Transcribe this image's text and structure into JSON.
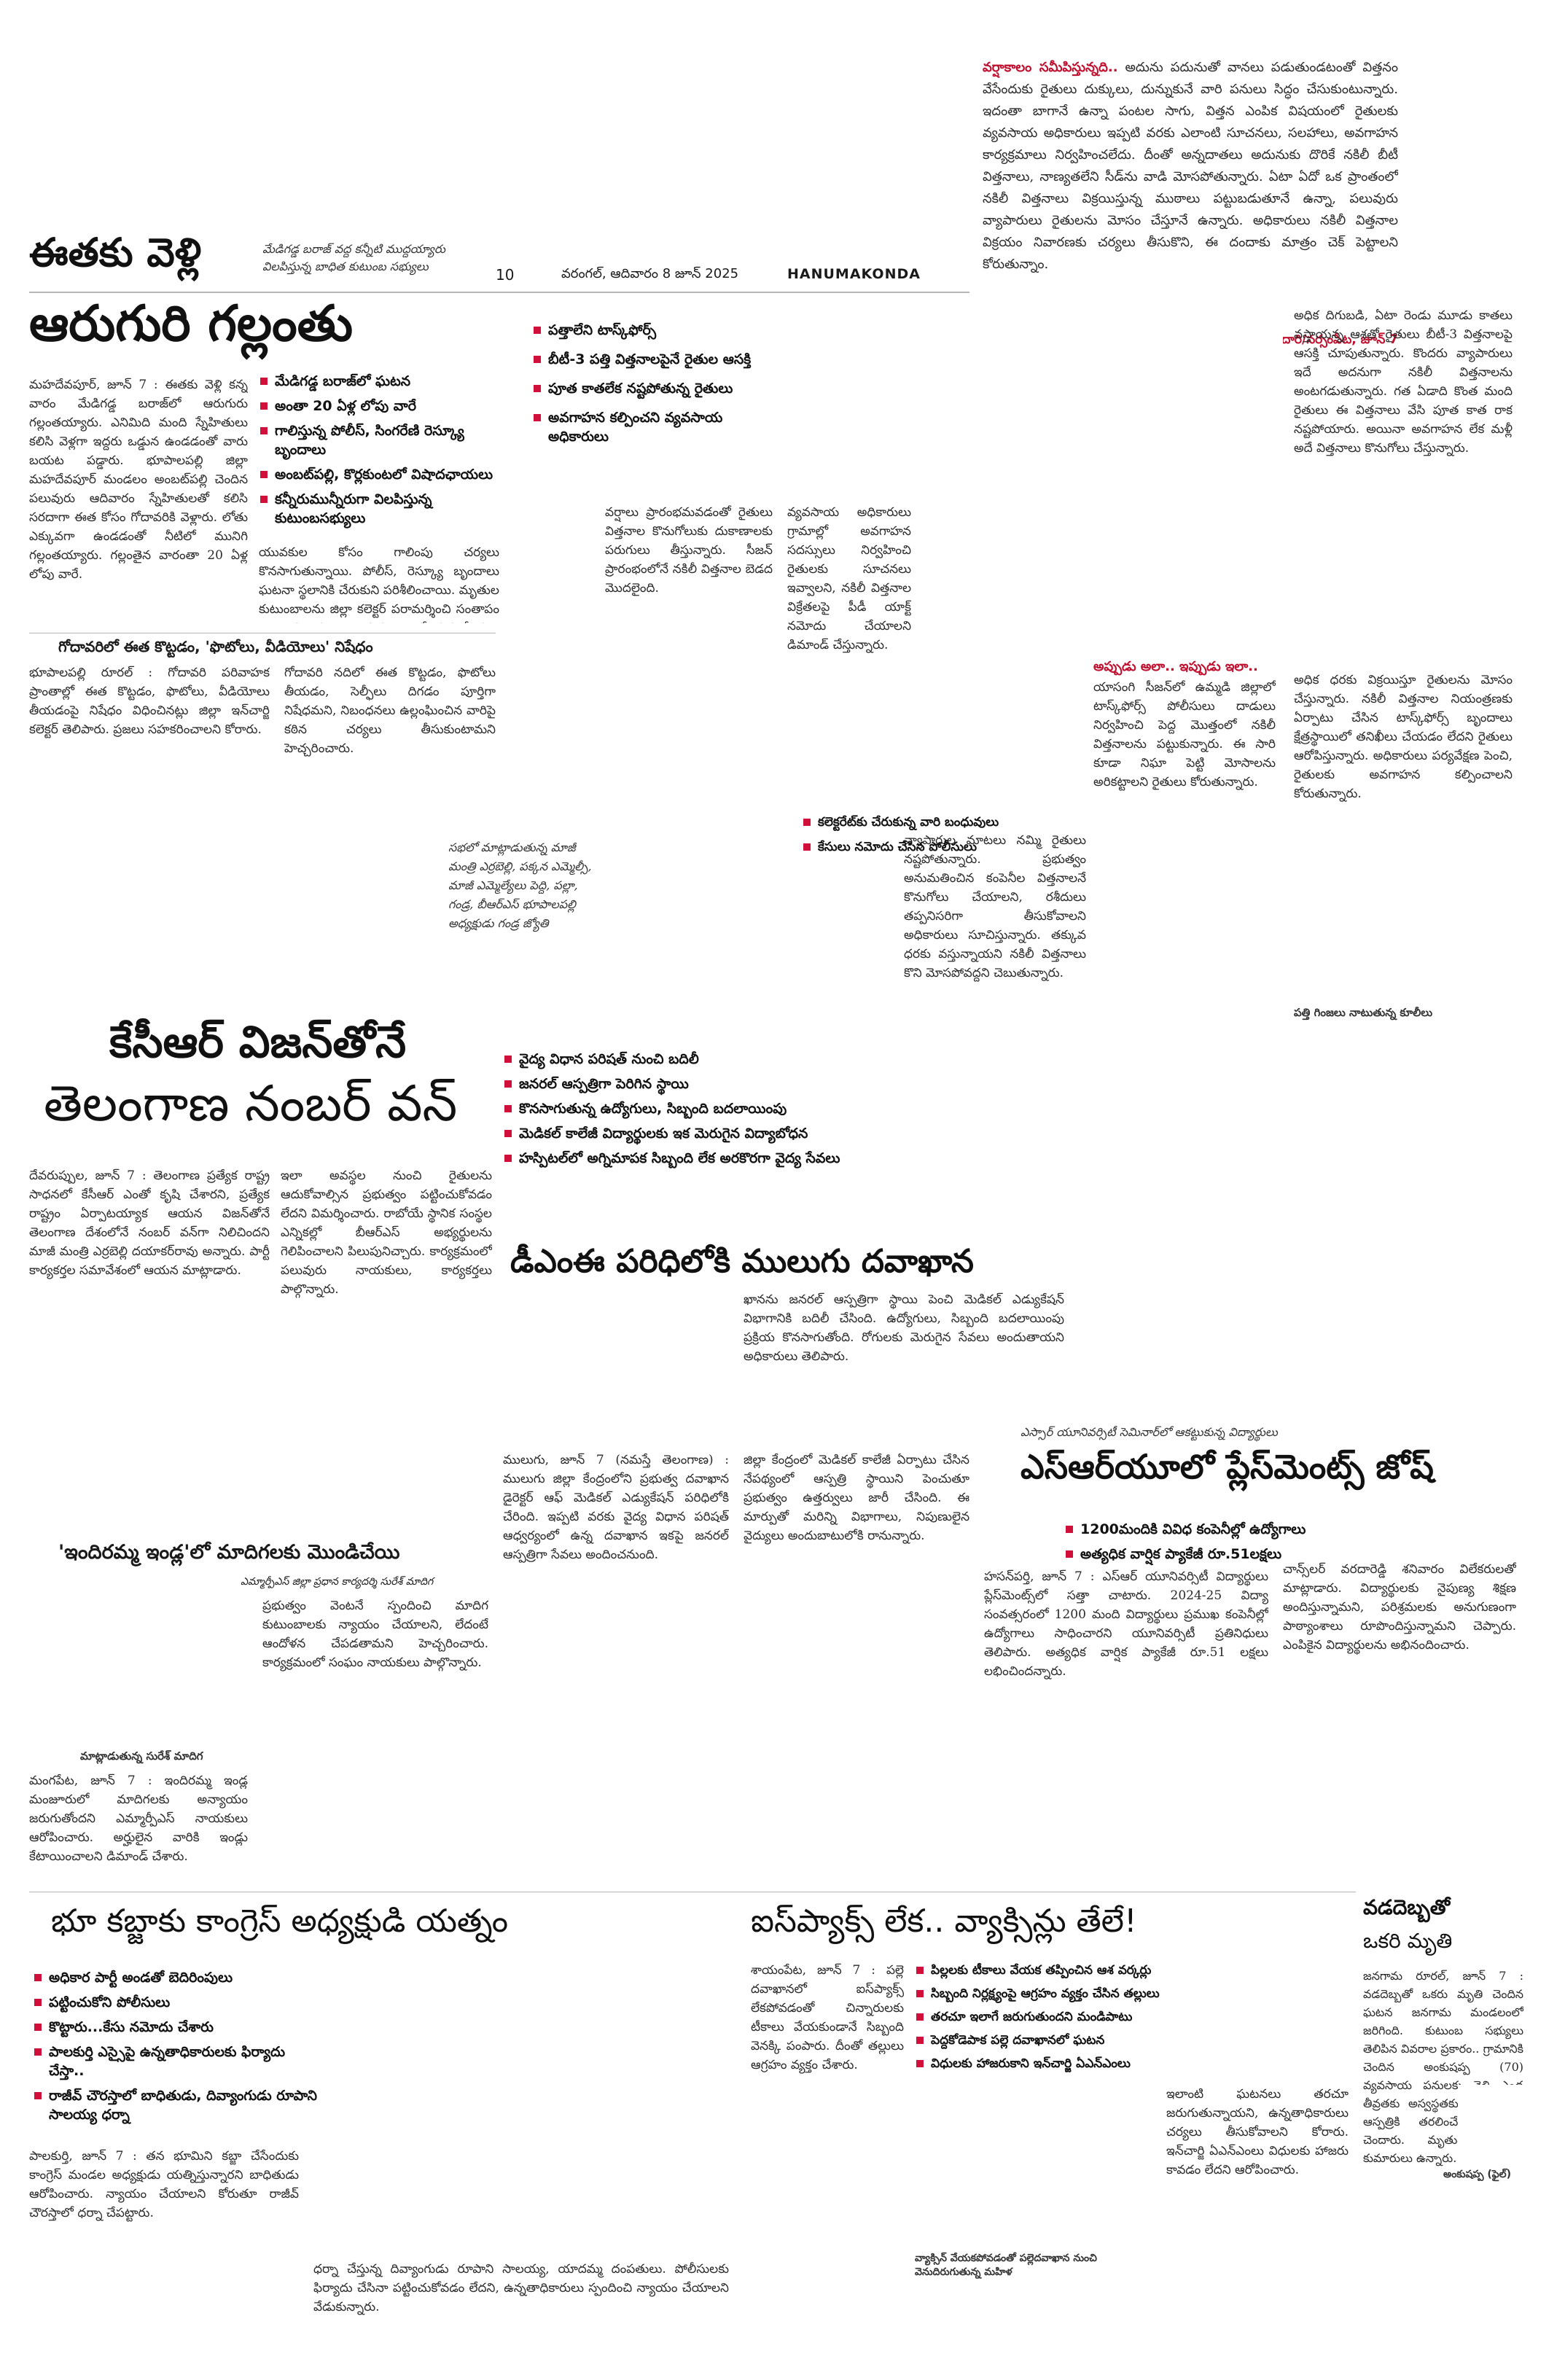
{
  "masthead": {
    "page_no": "10",
    "dateline": "వరంగల్, ఆదివారం 8 జూన్ 2025",
    "section": "HANUMAKONDA"
  },
  "letter": {
    "title": "వర్షాకాలం సమీపిస్తున్నది..",
    "body": "అదును పదునుతో వానలు పడుతుండటంతో విత్తనం వేసేందుకు రైతులు దుక్కులు, దున్నుకునే వారి పనులు సిద్ధం చేసుకుంటున్నారు. ఇదంతా బాగానే ఉన్నా పంటల సాగు, విత్తన ఎంపిక విషయంలో రైతులకు వ్యవసాయ అధికారులు ఇప్పటి వరకు ఎలాంటి సూచనలు, సలహాలు, అవగాహన కార్యక్రమాలు నిర్వహించలేదు. దీంతో అన్నదాతలు అదునుకు దొరికే నకిలీ బీటీ విత్తనాలు, నాణ్యతలేని సీడ్‌ను వాడి మోసపోతున్నారు. ఏటా ఏదో ఒక ప్రాంతంలో నకిలీ విత్తనాలు విక్రయిస్తున్న ముఠాలు పట్టుబడుతూనే ఉన్నా, పలువురు వ్యాపారులు రైతులను మోసం చేస్తూనే ఉన్నారు. అధికారులు నకిలీ విత్తనాల విక్రయం నివారణకు చర్యలు తీసుకొని, ఈ దందాకు మాత్రం చెక్ పెట్టాలని కోరుతున్నాం.",
    "signature": "- సుబేదారి/నర్సంపేట, జూన్ 7"
  },
  "story_a": {
    "kicker": "మేడిగడ్డ బరాజ్ వద్ద కన్నీటి ముద్దయ్యారు విలపిస్తున్న బాధిత కుటుంబ సభ్యులు",
    "headline_1": "ఈతకు వెళ్లి",
    "headline_2": "ఆరుగురి గల్లంతు",
    "bullets": [
      "మేడిగడ్డ బరాజ్‌లో ఘటన",
      "అంతా 20 ఏళ్ల లోపు వారే",
      "గాలిస్తున్న పోలీస్, సింగరేణి రెస్క్యూ బృందాలు",
      "అంబట్‌పల్లి, కొర్లకుంటలో విషాదఛాయలు",
      "కన్నీరుమున్నీరుగా విలపిస్తున్న కుటుంబసభ్యులు"
    ],
    "body_1": "మహదేవపూర్, జూన్ 7 : ఈతకు వెళ్లి కన్న వారం మేడిగడ్డ బరాజ్‌లో ఆరుగురు గల్లంతయ్యారు. ఎనిమిది మంది స్నేహితులు కలిసి వెళ్లగా ఇద్దరు ఒడ్డున ఉండడంతో వారు బయట పడ్డారు. భూపాలపల్లి జిల్లా మహదేవపూర్ మండలం అంబట్‌పల్లి చెందిన పలువురు ఆదివారం స్నేహితులతో కలిసి సరదాగా ఈత కోసం గోదావరికి వెళ్లారు. లోతు ఎక్కువగా ఉండడంతో నీటిలో మునిగి గల్లంతయ్యారు. గల్లంతైన వారంతా 20 ఏళ్ల లోపు వారే.",
    "body_2": "యువకుల కోసం గాలింపు చర్యలు కొనసాగుతున్నాయి. పోలీస్, రెస్క్యూ బృందాలు ఘటనా స్థలానికి చేరుకుని పరిశీలించాయి. మృతుల కుటుంబాలను జిల్లా కలెక్టర్ పరామర్శించి సంతాపం తెలిపారు. కుటుంబ సభ్యులు కన్నీరుమున్నీరుగా విలపిస్తున్నారు.",
    "sub_headline": "గోదావరిలో ఈత కొట్టడం, 'ఫొటోలు, వీడియోలు' నిషేధం",
    "sub_body_1": "భూపాలపల్లి రూరల్ : గోదావరి పరివాహక ప్రాంతాల్లో ఈత కొట్టడం, ఫొటోలు, వీడియోలు తీయడంపై నిషేధం విధించినట్లు జిల్లా ఇన్‌చార్జి కలెక్టర్ తెలిపారు. ప్రజలు సహకరించాలని కోరారు.",
    "sub_body_2": "గోదావరి నదిలో ఈత కొట్టడం, ఫొటోలు తీయడం, సెల్ఫీలు దిగడం పూర్తిగా నిషేధమని, నిబంధనలు ఉల్లంఘించిన వారిపై కఠిన చర్యలు తీసుకుంటామని హెచ్చరించారు."
  },
  "story_b": {
    "bullets": [
      "పత్తాలేని టాస్క్‌ఫోర్స్",
      "బీటీ-3 పత్తి విత్తనాలపైనే రైతుల ఆసక్తి",
      "పూత కాతలేక నష్టపోతున్న రైతులు",
      "అవగాహన కల్పించని వ్యవసాయ అధికారులు"
    ],
    "body_col_1": "అధిక దిగుబడి, ఏటా రెండు మూడు కాతలు వస్తాయన్న ఆశతో రైతులు బీటీ-3 విత్తనాలపై ఆసక్తి చూపుతున్నారు. కొందరు వ్యాపారులు ఇదే అదనుగా నకిలీ విత్తనాలను అంటగడుతున్నారు. గత ఏడాది కొంత మంది రైతులు ఈ విత్తనాలు వేసి పూత కాత రాక నష్టపోయారు. అయినా అవగాహన లేక మళ్లీ అదే విత్తనాలు కొనుగోలు చేస్తున్నారు.",
    "body_col_2": "అధిక ధరకు విక్రయిస్తూ రైతులను మోసం చేస్తున్నారు. నకిలీ విత్తనాల నియంత్రణకు ఏర్పాటు చేసిన టాస్క్‌ఫోర్స్ బృందాలు క్షేత్రస్థాయిలో తనిఖీలు చేయడం లేదని రైతులు ఆరోపిస్తున్నారు. అధికారులు పర్యవేక్షణ పెంచి, రైతులకు అవగాహన కల్పించాలని కోరుతున్నారు.",
    "box_title": "అప్పుడు అలా.. ఇప్పుడు ఇలా..",
    "box_body": "యాసంగి సీజన్‌లో ఉమ్మడి జిల్లాలో టాస్క్‌ఫోర్స్ పోలీసులు దాడులు నిర్వహించి పెద్ద మొత్తంలో నకిలీ విత్తనాలను పట్టుకున్నారు. ఈ సారి కూడా నిఘా పెట్టి మోసాలను అరికట్టాలని రైతులు కోరుతున్నారు.",
    "side_caption": "పత్తి గింజలు నాటుతున్న కూలీలు",
    "side_body": "వ్యాపారుల మాటలు నమ్మి రైతులు నష్టపోతున్నారు. ప్రభుత్వం అనుమతించిన కంపెనీల విత్తనాలనే కొనుగోలు చేయాలని, రశీదులు తప్పనిసరిగా తీసుకోవాలని అధికారులు సూచిస్తున్నారు. తక్కువ ధరకు వస్తున్నాయని నకిలీ విత్తనాలు కొని మోసపోవద్దని చెబుతున్నారు.",
    "lower_bullets": [
      "కలెక్టరేట్‌కు చేరుకున్న వారి బంధువులు",
      "కేసులు నమోదు చేసిన పోలీసులు"
    ],
    "lower_col_1": "వర్షాలు ప్రారంభమవడంతో రైతులు విత్తనాల కొనుగోలుకు దుకాణాలకు పరుగులు తీస్తున్నారు. సీజన్ ప్రారంభంలోనే నకిలీ విత్తనాల బెడద మొదలైంది.",
    "lower_col_2": "వ్యవసాయ అధికారులు గ్రామాల్లో అవగాహన సదస్సులు నిర్వహించి రైతులకు సూచనలు ఇవ్వాలని, నకిలీ విత్తనాల విక్రేతలపై పీడీ యాక్ట్ నమోదు చేయాలని డిమాండ్ చేస్తున్నారు."
  },
  "story_c": {
    "side_caption": "సభలో మాట్లాడుతున్న మాజీ మంత్రి ఎర్రబెల్లి, పక్కన ఎమ్మెల్సీ, మాజీ ఎమ్మెల్యేలు పెద్ది, పల్లా, గండ్ర, బీఆర్‌ఎస్ భూపాలపల్లి అధ్యక్షుడు గండ్ర జ్యోతి",
    "headline_1": "కేసీఆర్ విజన్‌తోనే",
    "headline_2": "తెలంగాణ నంబర్ వన్",
    "body_1": "దేవరుప్పుల, జూన్ 7 : తెలంగాణ ప్రత్యేక రాష్ట్ర సాధనలో కేసీఆర్ ఎంతో కృషి చేశారని, ప్రత్యేక రాష్ట్రం ఏర్పాటయ్యాక ఆయన విజన్‌తోనే తెలంగాణ దేశంలోనే నంబర్ వన్‌గా నిలిచిందని మాజీ మంత్రి ఎర్రబెల్లి దయాకర్‌రావు అన్నారు. పార్టీ కార్యకర్తల సమావేశంలో ఆయన మాట్లాడారు.",
    "body_2": "ఇలా అవస్థల నుంచి రైతులను ఆదుకోవాల్సిన ప్రభుత్వం పట్టించుకోవడం లేదని విమర్శించారు. రాబోయే స్థానిక సంస్థల ఎన్నికల్లో బీఆర్‌ఎస్ అభ్యర్థులను గెలిపించాలని పిలుపునిచ్చారు. కార్యక్రమంలో పలువురు నాయకులు, కార్యకర్తలు పాల్గొన్నారు."
  },
  "story_d": {
    "bullets": [
      "వైద్య విధాన పరిషత్ నుంచి బదిలీ",
      "జనరల్ ఆస్పత్రిగా పెరిగిన స్థాయి",
      "కొనసాగుతున్న ఉద్యోగులు, సిబ్బంది బదలాయింపు",
      "మెడికల్ కాలేజీ విద్యార్థులకు ఇక మెరుగైన విద్యాబోధన",
      "హస్పిటల్‌లో అగ్నిమాపక సిబ్బంది లేక అరకొరగా వైద్య సేవలు"
    ],
    "headline": "డీఎంఈ పరిధిలోకి ములుగు దవాఖాన",
    "body_1": "ములుగు, జూన్ 7 (నమస్తే తెలంగాణ) : ములుగు జిల్లా కేంద్రంలోని ప్రభుత్వ దవాఖాన డైరెక్టర్ ఆఫ్ మెడికల్ ఎడ్యుకేషన్ పరిధిలోకి చేరింది. ఇప్పటి వరకు వైద్య విధాన పరిషత్ ఆధ్వర్యంలో ఉన్న దవాఖాన ఇకపై జనరల్ ఆస్పత్రిగా సేవలు అందించనుంది.",
    "body_2": "జిల్లా కేంద్రంలో మెడికల్ కాలేజీ ఏర్పాటు చేసిన నేపథ్యంలో ఆస్పత్రి స్థాయిని పెంచుతూ ప్రభుత్వం ఉత్తర్వులు జారీ చేసింది. ఈ మార్పుతో మరిన్ని విభాగాలు, నిపుణులైన వైద్యులు అందుబాటులోకి రానున్నారు.",
    "body_3": "ఖానను జనరల్ ఆస్పత్రిగా స్థాయి పెంచి మెడికల్ ఎడ్యుకేషన్ విభాగానికి బదిలీ చేసింది. ఉద్యోగులు, సిబ్బంది బదలాయింపు ప్రక్రియ కొనసాగుతోంది. రోగులకు మెరుగైన సేవలు అందుతాయని అధికారులు తెలిపారు."
  },
  "story_e": {
    "kicker": "ఎస్సార్ యూనివర్సిటీ సెమినార్‌లో ఆకట్టుకున్న విద్యార్థులు",
    "headline": "ఎస్‌ఆర్‌యూలో ప్లేస్‌మెంట్స్ జోష్",
    "bullets": [
      "1200మందికి వివిధ కంపెనీల్లో ఉద్యోగాలు",
      "అత్యధిక వార్షిక ప్యాకేజీ రూ.51లక్షలు"
    ],
    "body_1": "హసన్‌పర్తి, జూన్ 7 : ఎస్‌ఆర్ యూనివర్సిటీ విద్యార్థులు ప్లేస్‌మెంట్స్‌లో సత్తా చాటారు. 2024-25 విద్యా సంవత్సరంలో 1200 మంది విద్యార్థులు ప్రముఖ కంపెనీల్లో ఉద్యోగాలు సాధించారని యూనివర్సిటీ ప్రతినిధులు తెలిపారు. అత్యధిక వార్షిక ప్యాకేజీ రూ.51 లక్షలు లభించిందన్నారు.",
    "body_2": "చాన్స్‌లర్ వరదారెడ్డి శనివారం విలేకరులతో మాట్లాడారు. విద్యార్థులకు నైపుణ్య శిక్షణ అందిస్తున్నామని, పరిశ్రమలకు అనుగుణంగా పాఠ్యాంశాలు రూపొందిస్తున్నామని చెప్పారు. ఎంపికైన విద్యార్థులను అభినందించారు."
  },
  "story_f": {
    "headline": "'ఇందిరమ్మ ఇండ్ల'లో మాదిగలకు మొండిచేయి",
    "byline": "ఎమ్మార్పీఎస్ జిల్లా ప్రధాన కార్యదర్శి సురేశ్ మాదిగ",
    "caption": "మాట్లాడుతున్న సురేశ్ మాదిగ",
    "body_1": "మంగపేట, జూన్ 7 : ఇందిరమ్మ ఇండ్ల మంజూరులో మాదిగలకు అన్యాయం జరుగుతోందని ఎమ్మార్పీఎస్ నాయకులు ఆరోపించారు. అర్హులైన వారికి ఇండ్లు కేటాయించాలని డిమాండ్ చేశారు.",
    "body_2": "ప్రభుత్వం వెంటనే స్పందించి మాదిగ కుటుంబాలకు న్యాయం చేయాలని, లేదంటే ఆందోళన చేపడతామని హెచ్చరించారు. కార్యక్రమంలో సంఘం నాయకులు పాల్గొన్నారు."
  },
  "story_g": {
    "headline": "భూ కబ్జాకు కాంగ్రెస్ అధ్యక్షుడి యత్నం",
    "bullets": [
      "అధికార పార్టీ అండతో బెదిరింపులు",
      "పట్టించుకోని పోలీసులు",
      "కొట్టారు...కేసు నమోదు చేశారు",
      "పాలకుర్తి ఎస్సైపై ఉన్నతాధికారులకు ఫిర్యాదు చేస్తా..",
      "రాజీవ్ చౌరస్తాలో బాధితుడు, దివ్యాంగుడు రూపాని సాలయ్య ధర్నా"
    ],
    "body_1": "పాలకుర్తి, జూన్ 7 : తన భూమిని కబ్జా చేసేందుకు కాంగ్రెస్ మండల అధ్యక్షుడు యత్నిస్తున్నారని బాధితుడు ఆరోపించారు. న్యాయం చేయాలని కోరుతూ రాజీవ్ చౌరస్తాలో ధర్నా చేపట్టారు.",
    "body_2": "ధర్నా చేస్తున్న దివ్యాంగుడు రూపాని సాలయ్య, యాదమ్మ దంపతులు. పోలీసులకు ఫిర్యాదు చేసినా పట్టించుకోవడం లేదని, ఉన్నతాధికారులు స్పందించి న్యాయం చేయాలని వేడుకున్నారు."
  },
  "story_h": {
    "headline": "ఐస్‌ప్యాక్స్ లేక.. వ్యాక్సిన్లు తేలే!",
    "bullets": [
      "పిల్లలకు టీకాలు వేయక తప్పించిన ఆశ వర్కర్లు",
      "సిబ్బంది నిర్లక్ష్యంపై ఆగ్రహం వ్యక్తం చేసిన తల్లులు",
      "తరచూ ఇలాగే జరుగుతుందని మండిపాటు",
      "పెద్దకోడెపాక పల్లె దవాఖానలో ఘటన",
      "విధులకు హాజరుకాని ఇన్‌చార్జి ఏఎన్‌ఎంలు"
    ],
    "caption": "వ్యాక్సిన్ వేయకపోవడంతో పల్లెదవాఖాన నుంచి వెనుదిరుగుతున్న మహిళ",
    "body_1": "శాయంపేట, జూన్ 7 : పల్లె దవాఖానలో ఐస్‌ప్యాక్స్ లేకపోవడంతో చిన్నారులకు టీకాలు వేయకుండానే సిబ్బంది వెనక్కి పంపారు. దీంతో తల్లులు ఆగ్రహం వ్యక్తం చేశారు.",
    "body_2": "ఇలాంటి ఘటనలు తరచూ జరుగుతున్నాయని, ఉన్నతాధికారులు చర్యలు తీసుకోవాలని కోరారు. ఇన్‌చార్జి ఏఎన్‌ఎంలు విధులకు హాజరు కావడం లేదని ఆరోపించారు."
  },
  "story_i": {
    "headline_1": "వడదెబ్బతో",
    "headline_2": "ఒకరి మృతి",
    "caption": "అంకుషప్ప (ఫైల్)",
    "body": "జనగామ రూరల్, జూన్ 7 : వడదెబ్బతో ఒకరు మృతి చెందిన ఘటన జనగామ మండలంలో జరిగింది. కుటుంబ సభ్యులు తెలిపిన వివరాల ప్రకారం.. గ్రామానికి చెందిన అంకుషప్ప (70) వ్యవసాయ పనులకు వెళ్లి ఎండ తీవ్రతకు అస్వస్థతకు గురయ్యారు. ఆస్పత్రికి తరలించేలోపే మృతి చెందారు. మృతుడికి భార్య, కుమారులు ఉన్నారు."
  }
}
